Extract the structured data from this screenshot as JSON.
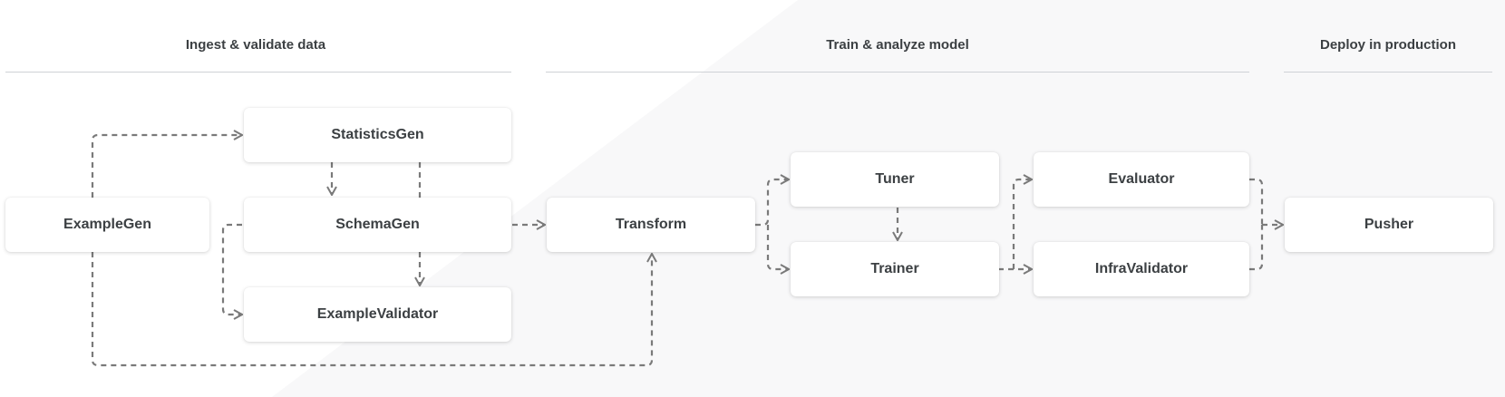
{
  "stages": [
    {
      "id": "ingest",
      "title": "Ingest & validate data"
    },
    {
      "id": "train",
      "title": "Train & analyze model"
    },
    {
      "id": "deploy",
      "title": "Deploy in production"
    }
  ],
  "nodes": {
    "examplegen": "ExampleGen",
    "statisticsgen": "StatisticsGen",
    "schemagen": "SchemaGen",
    "examplevalidator": "ExampleValidator",
    "transform": "Transform",
    "tuner": "Tuner",
    "trainer": "Trainer",
    "evaluator": "Evaluator",
    "infravalidator": "InfraValidator",
    "pusher": "Pusher"
  },
  "colors": {
    "text": "#3c4043",
    "connector": "#7a7a7a",
    "divider": "#cfd2d6",
    "background_tint": "#f7f7f8"
  }
}
